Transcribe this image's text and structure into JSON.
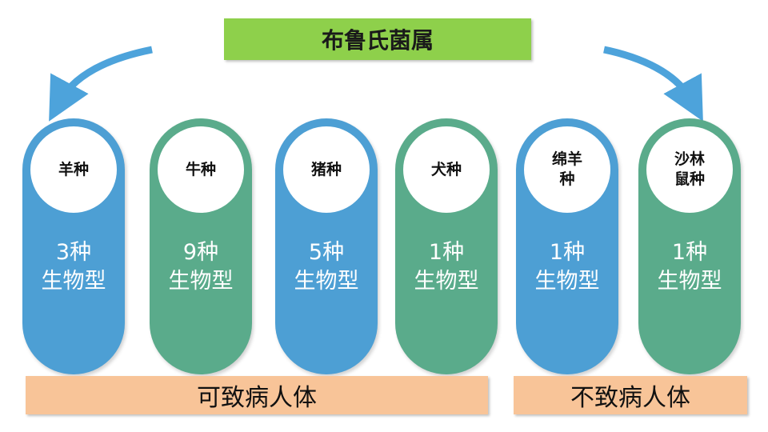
{
  "title": "布鲁氏菌属",
  "species": [
    {
      "name": "羊种",
      "count": "3种\n生物型",
      "color": "blue"
    },
    {
      "name": "牛种",
      "count": "9种\n生物型",
      "color": "green"
    },
    {
      "name": "猪种",
      "count": "5种\n生物型",
      "color": "blue"
    },
    {
      "name": "犬种",
      "count": "1种\n生物型",
      "color": "green"
    },
    {
      "name": "绵羊\n种",
      "count": "1种\n生物型",
      "color": "blue"
    },
    {
      "name": "沙林\n鼠种",
      "count": "1种\n生物型",
      "color": "green"
    }
  ],
  "groups": {
    "pathogenic": "可致病人体",
    "nonpathogenic": "不致病人体"
  },
  "colors": {
    "blue": "#4d9fd4",
    "green": "#5aab8b",
    "title_bg": "#8ed04b",
    "band_bg": "#f8c498"
  }
}
